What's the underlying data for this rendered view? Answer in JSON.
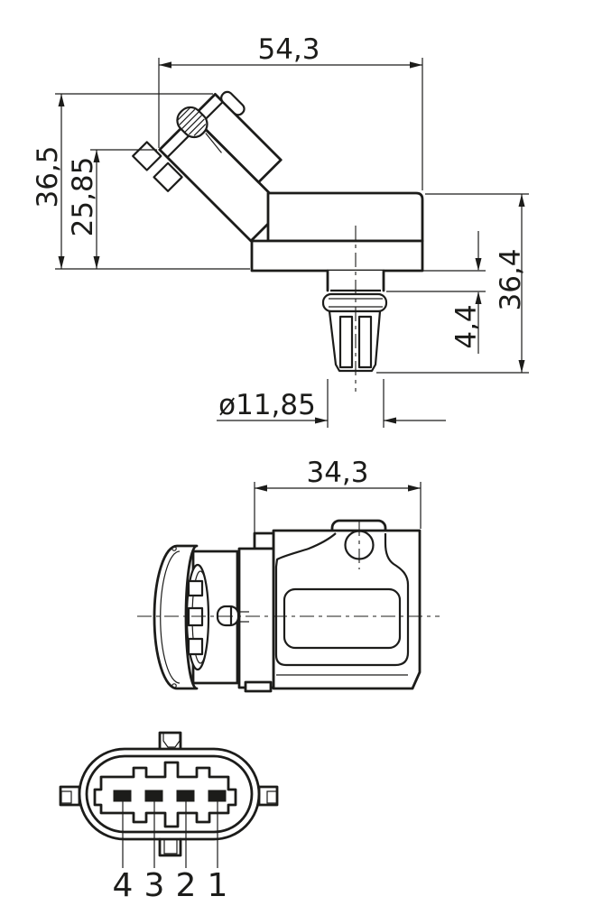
{
  "drawing": {
    "background_color": "#ffffff",
    "line_color": "#1c1c1a",
    "views": {
      "angled_side_view": {
        "dims": {
          "overall_width": "54,3",
          "overall_height": "36,5",
          "connector_drop": "25,85",
          "body_port_height": "36,4",
          "collar_step": "4,4",
          "port_diameter": "ø11,85"
        }
      },
      "rear_view": {
        "dims": {
          "body_width": "34,3"
        }
      },
      "connector_face_view": {
        "pin_labels": [
          "4",
          "3",
          "2",
          "1"
        ]
      }
    }
  }
}
